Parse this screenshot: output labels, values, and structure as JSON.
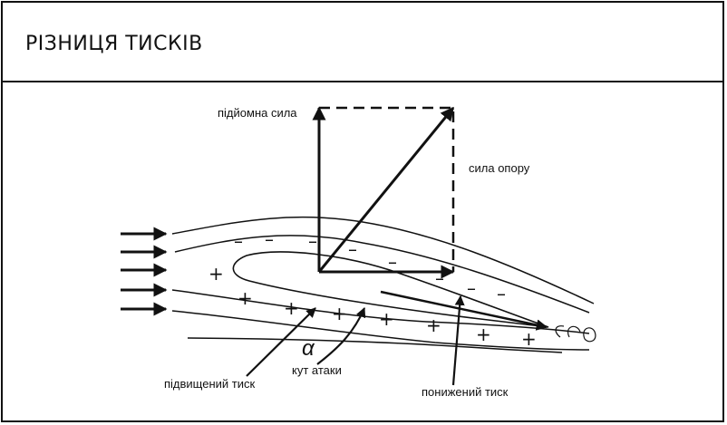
{
  "title": "РІЗНИЦЯ ТИСКІВ",
  "labels": {
    "lift": "підйомна сила",
    "drag": "сила опору",
    "high_pressure": "підвищений тиск",
    "angle_of_attack": "кут атаки",
    "low_pressure": "понижений тиск",
    "alpha": "α"
  },
  "signs": {
    "minus": "–",
    "plus": "+"
  }
}
